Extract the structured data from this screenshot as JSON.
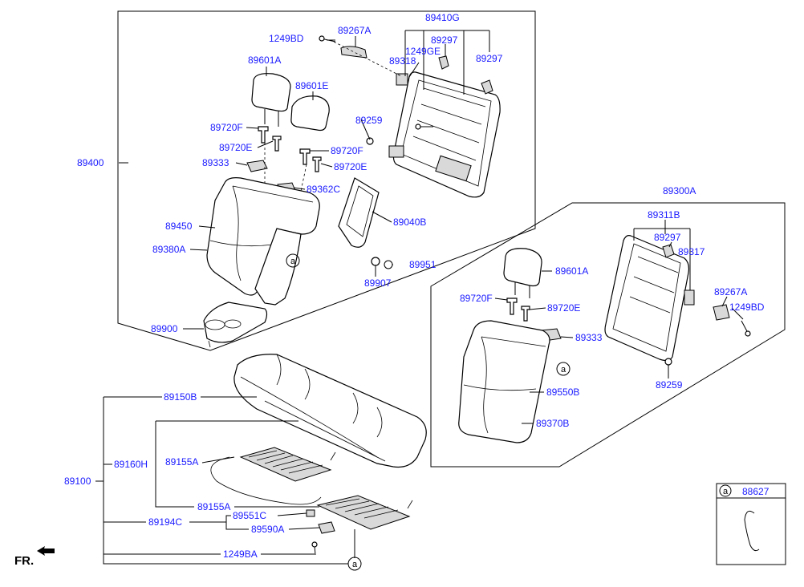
{
  "labels": {
    "p89410G": "89410G",
    "p1249BD_top": "1249BD",
    "p89267A_top": "89267A",
    "p89297_a": "89297",
    "p1249GE": "1249GE",
    "p89318": "89318",
    "p89297_b": "89297",
    "p89601A_top": "89601A",
    "p89601E": "89601E",
    "p89720F_top": "89720F",
    "p89259_top": "89259",
    "p89720E_top": "89720E",
    "p89720F_mid": "89720F",
    "p89333_top": "89333",
    "p89720E_mid": "89720E",
    "p89400": "89400",
    "p89362C": "89362C",
    "p89040B": "89040B",
    "p89450": "89450",
    "p89380A": "89380A",
    "p89951": "89951",
    "p89907": "89907",
    "p89900": "89900",
    "p89300A": "89300A",
    "p89311B": "89311B",
    "p89297_r": "89297",
    "p89317": "89317",
    "p89601A_r": "89601A",
    "p89267A_r": "89267A",
    "p1249BD_r": "1249BD",
    "p89720F_r": "89720F",
    "p89720E_r": "89720E",
    "p89333_r": "89333",
    "p89550B": "89550B",
    "p89370B": "89370B",
    "p89259_r": "89259",
    "p89150B": "89150B",
    "p89160H": "89160H",
    "p89155A_a": "89155A",
    "p89100": "89100",
    "p89155A_b": "89155A",
    "p89551C": "89551C",
    "p89194C": "89194C",
    "p89590A": "89590A",
    "p1249BA": "1249BA",
    "p88627": "88627"
  },
  "callouts": {
    "a_top": "a",
    "a_right": "a",
    "a_bottom": "a",
    "a_legend": "a"
  },
  "fr_label": "FR.",
  "colors": {
    "label": "#1a1aff",
    "line": "#000000",
    "background": "#ffffff"
  }
}
